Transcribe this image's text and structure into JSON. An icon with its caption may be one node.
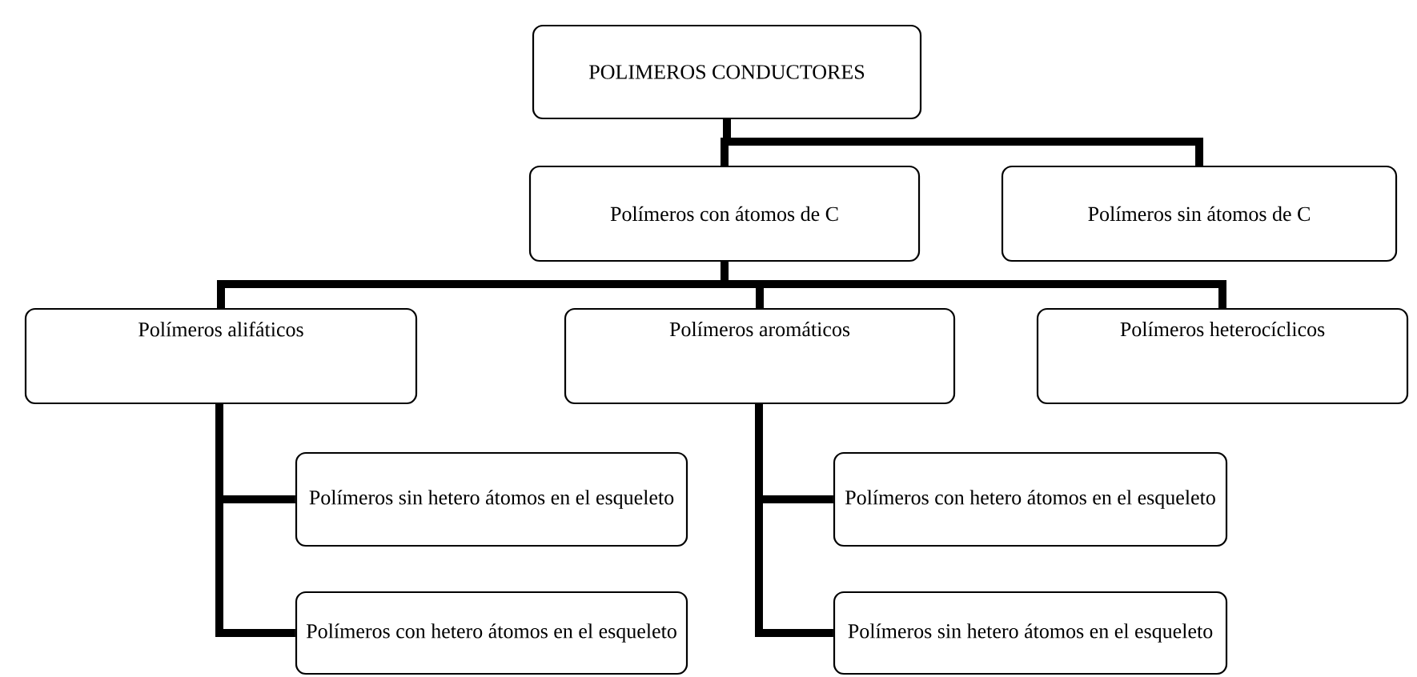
{
  "diagram": {
    "nodes": [
      {
        "text": [
          "POLIMEROS CONDUCTORES"
        ]
      },
      {
        "text": [
          "Polímeros con átomos de C"
        ]
      },
      {
        "text": [
          "Polímeros sin átomos de C"
        ]
      },
      {
        "text": [
          "Polímeros alifáticos"
        ]
      },
      {
        "text": [
          "Polímeros aromáticos"
        ]
      },
      {
        "text": [
          "Polímeros heterocíclicos"
        ]
      },
      {
        "text": [
          "Polímeros sin hetero átomos en el esqueleto"
        ]
      },
      {
        "text": [
          "Polímeros con hetero átomos en el esqueleto"
        ]
      },
      {
        "text": [
          "Polímeros con hetero átomos en el esqueleto"
        ]
      },
      {
        "text": [
          "Polímeros sin hetero átomos en el esqueleto"
        ]
      }
    ],
    "edges": [
      {
        "from": 0,
        "to": 1,
        "arrow": "none"
      },
      {
        "from": 0,
        "to": 2,
        "arrow": "none"
      },
      {
        "from": 1,
        "to": 3,
        "arrow": "none"
      },
      {
        "from": 1,
        "to": 4,
        "arrow": "none"
      },
      {
        "from": 1,
        "to": 5,
        "arrow": "none"
      },
      {
        "from": 3,
        "to": 6,
        "arrow": "none"
      },
      {
        "from": 3,
        "to": 7,
        "arrow": "none"
      },
      {
        "from": 4,
        "to": 8,
        "arrow": "none"
      },
      {
        "from": 4,
        "to": 9,
        "arrow": "none"
      }
    ]
  }
}
